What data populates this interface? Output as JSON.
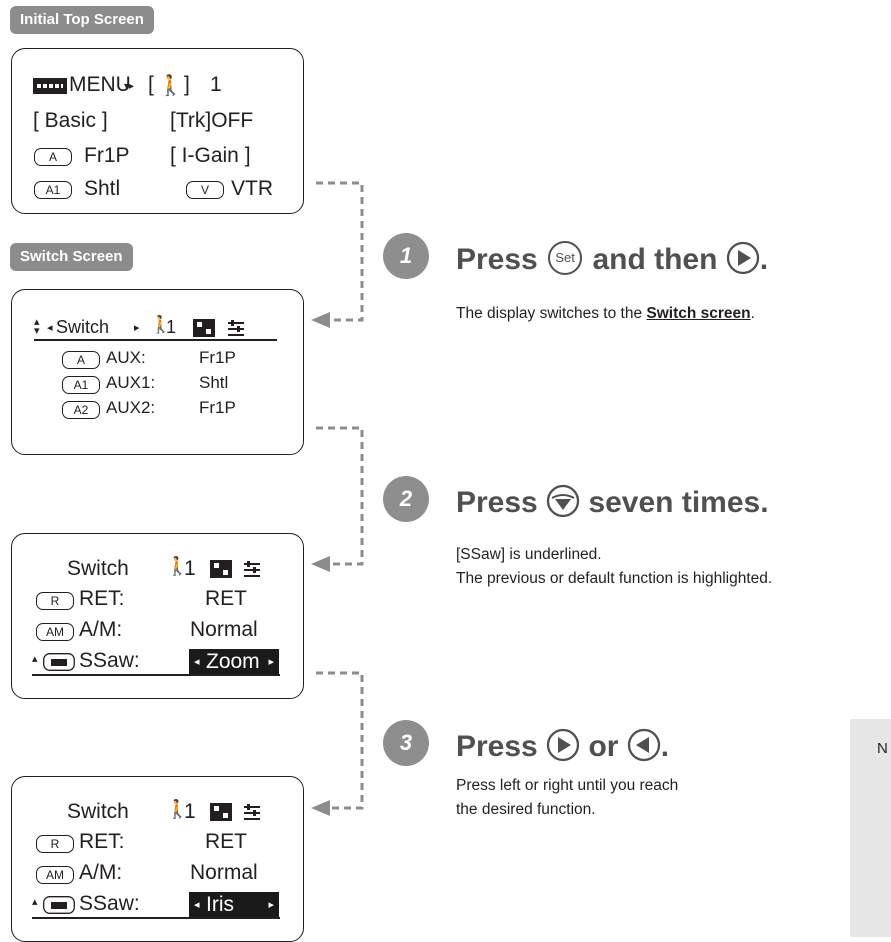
{
  "initial": {
    "tag": "Initial Top Screen",
    "menu": "MENU",
    "bracket_open": "[",
    "bracket_close": "]",
    "top_num": "1",
    "basic": "[ Basic ]",
    "trk": "[Trk]OFF",
    "key_a": "A",
    "a_val": "Fr1P",
    "igain": "[ I-Gain ]",
    "key_a1": "A1",
    "a1_val": "Shtl",
    "key_v": "V",
    "v_val": "VTR"
  },
  "switch_screen": {
    "tag": "Switch Screen",
    "title": "Switch",
    "num": "1",
    "rows": [
      {
        "key": "A",
        "label": "AUX:",
        "value": "Fr1P"
      },
      {
        "key": "A1",
        "label": "AUX1:",
        "value": "Shtl"
      },
      {
        "key": "A2",
        "label": "AUX2:",
        "value": "Fr1P"
      }
    ]
  },
  "screen2": {
    "title": "Switch",
    "num": "1",
    "rows": [
      {
        "key": "R",
        "label": "RET:",
        "value": "RET"
      },
      {
        "key": "AM",
        "label": "A/M:",
        "value": "Normal"
      },
      {
        "key": "SSaw-key",
        "label": "SSaw:",
        "value": "Zoom"
      }
    ]
  },
  "screen3": {
    "title": "Switch",
    "num": "1",
    "rows": [
      {
        "key": "R",
        "label": "RET:",
        "value": "RET"
      },
      {
        "key": "AM",
        "label": "A/M:",
        "value": "Normal"
      },
      {
        "key": "SSaw-key",
        "label": "SSaw:",
        "value": "Iris"
      }
    ]
  },
  "steps": [
    {
      "num": "1",
      "h_a": "Press",
      "btn": "Set",
      "h_b": "and then",
      "h_end": ".",
      "desc_a": "The display switches to the ",
      "desc_link": "Switch screen",
      "desc_b": "."
    },
    {
      "num": "2",
      "h_a": "Press",
      "h_b": "seven times.",
      "line1": "[SSaw] is underlined.",
      "line2": "The previous or default function is highlighted."
    },
    {
      "num": "3",
      "h_a": "Press",
      "h_b": "or",
      "h_end": ".",
      "line1": "Press left or right until you reach",
      "line2": "the desired function."
    }
  ],
  "note": {
    "label": "N"
  },
  "colors": {
    "tag": "#8c8c8c",
    "step": "#8e8e8e",
    "heading": "#505050",
    "note": "#e6e6e6"
  }
}
